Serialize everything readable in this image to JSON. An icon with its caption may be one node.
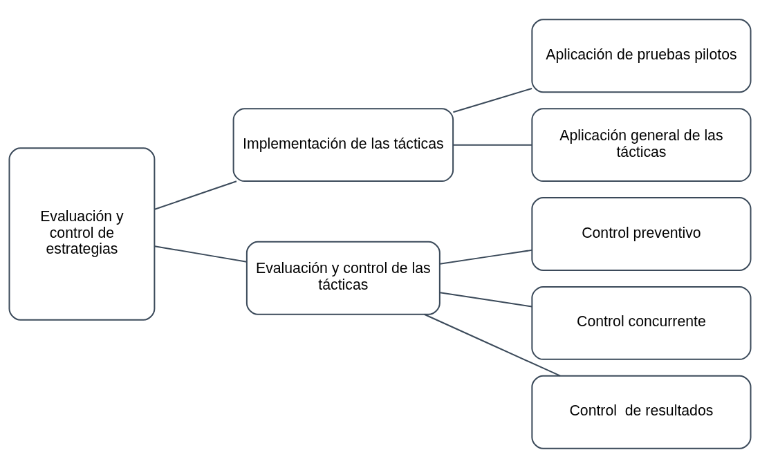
{
  "diagram": {
    "nodes": [
      {
        "text": [
          "Evaluación y control de estrategias"
        ]
      },
      {
        "text": [
          "Implementación de las tácticas"
        ]
      },
      {
        "text": [
          "Evaluación y control de las tácticas"
        ]
      },
      {
        "text": [
          "Aplicación de pruebas pilotos"
        ]
      },
      {
        "text": [
          "Aplicación general de las tácticas"
        ]
      },
      {
        "text": [
          "Control preventivo"
        ]
      },
      {
        "text": [
          "Control concurrente"
        ]
      },
      {
        "text": [
          "Control  de resultados"
        ]
      }
    ],
    "edges": [
      {
        "from": 0,
        "to": 1,
        "arrow": "none"
      },
      {
        "from": 0,
        "to": 2,
        "arrow": "none"
      },
      {
        "from": 1,
        "to": 3,
        "arrow": "none"
      },
      {
        "from": 1,
        "to": 4,
        "arrow": "none"
      },
      {
        "from": 2,
        "to": 5,
        "arrow": "none"
      },
      {
        "from": 2,
        "to": 6,
        "arrow": "none"
      },
      {
        "from": 2,
        "to": 7,
        "arrow": "none"
      }
    ]
  }
}
